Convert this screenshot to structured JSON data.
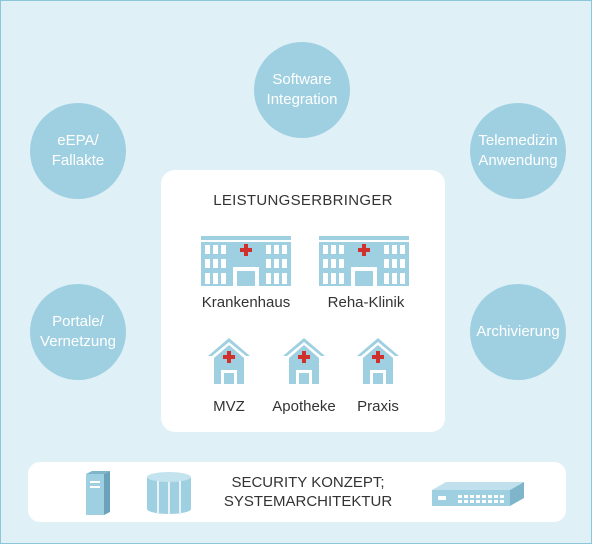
{
  "circles": {
    "software": "Software\nIntegration",
    "eepa": "eEPA/\nFallakte",
    "telemedizin": "Telemedizin\nAnwendung",
    "portale": "Portale/\nVernetzung",
    "archivierung": "Archivierung"
  },
  "center": {
    "title": "LEISTUNGSERBRINGER",
    "krankenhaus": "Krankenhaus",
    "reha": "Reha-Klinik",
    "mvz": "MVZ",
    "apotheke": "Apotheke",
    "praxis": "Praxis"
  },
  "bottom": {
    "text": "SECURITY KONZEPT;\nSYSTEMARCHITEKTUR"
  },
  "colors": {
    "background": "#dff1f7",
    "circle": "#9fd0e2",
    "building": "#9fd0e2",
    "cross": "#d0312d"
  }
}
